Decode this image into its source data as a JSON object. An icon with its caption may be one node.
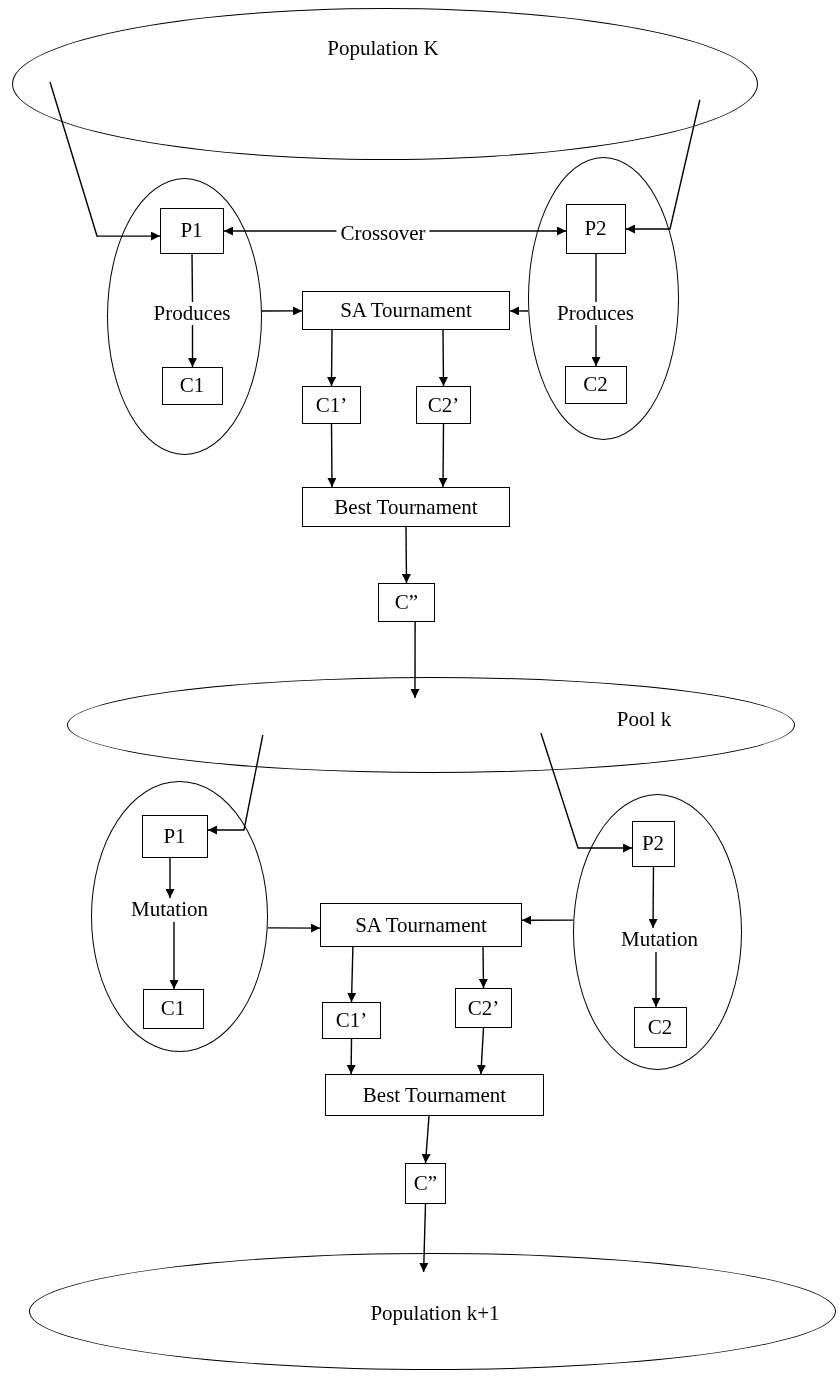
{
  "diagram": {
    "nodes": [
      {
        "text": [
          "Population K"
        ]
      },
      {
        "text": [],
        "shape": "ellipse"
      },
      {
        "text": [
          "P1"
        ],
        "in": 1
      },
      {
        "text": [
          "Produces"
        ],
        "in": 1
      },
      {
        "text": [
          "C1"
        ],
        "in": 1
      },
      {
        "text": [],
        "shape": "ellipse"
      },
      {
        "text": [
          "P2"
        ],
        "in": 5
      },
      {
        "text": [
          "Produces"
        ],
        "in": 5
      },
      {
        "text": [
          "C2"
        ],
        "in": 5
      },
      {
        "text": [
          "SA Tournament"
        ]
      },
      {
        "text": [
          "C1’"
        ]
      },
      {
        "text": [
          "C2’"
        ]
      },
      {
        "text": [
          "Best Tournament"
        ]
      },
      {
        "text": [
          "C”"
        ]
      },
      {
        "text": [
          "Pool k"
        ]
      },
      {
        "text": [],
        "shape": "ellipse"
      },
      {
        "text": [
          "P1"
        ],
        "in": 15
      },
      {
        "text": [
          "Mutation"
        ],
        "in": 15
      },
      {
        "text": [
          "C1"
        ],
        "in": 15
      },
      {
        "text": [],
        "shape": "ellipse"
      },
      {
        "text": [
          "P2"
        ],
        "in": 19
      },
      {
        "text": [
          "Mutation"
        ],
        "in": 19
      },
      {
        "text": [
          "C2"
        ],
        "in": 19
      },
      {
        "text": [
          "SA Tournament"
        ]
      },
      {
        "text": [
          "C1’"
        ]
      },
      {
        "text": [
          "C2’"
        ]
      },
      {
        "text": [
          "Best Tournament"
        ]
      },
      {
        "text": [
          "C”"
        ]
      },
      {
        "text": [
          "Population k+1"
        ]
      }
    ],
    "edges": [
      {
        "from": 0,
        "to": 2,
        "arrow": "to"
      },
      {
        "from": 0,
        "to": 6,
        "arrow": "to"
      },
      {
        "from": 2,
        "to": 6,
        "arrow": "both",
        "label": "Crossover"
      },
      {
        "from": 2,
        "to": 3,
        "arrow": "none"
      },
      {
        "from": 3,
        "to": 4,
        "arrow": "to"
      },
      {
        "from": 6,
        "to": 7,
        "arrow": "none"
      },
      {
        "from": 7,
        "to": 8,
        "arrow": "to"
      },
      {
        "from": 1,
        "to": 9,
        "arrow": "to"
      },
      {
        "from": 5,
        "to": 9,
        "arrow": "to"
      },
      {
        "from": 9,
        "to": 10,
        "arrow": "to"
      },
      {
        "from": 9,
        "to": 11,
        "arrow": "to"
      },
      {
        "from": 10,
        "to": 12,
        "arrow": "to"
      },
      {
        "from": 11,
        "to": 12,
        "arrow": "to"
      },
      {
        "from": 12,
        "to": 13,
        "arrow": "to"
      },
      {
        "from": 13,
        "to": 14,
        "arrow": "to"
      },
      {
        "from": 14,
        "to": 16,
        "arrow": "to"
      },
      {
        "from": 14,
        "to": 20,
        "arrow": "to"
      },
      {
        "from": 16,
        "to": 17,
        "arrow": "to"
      },
      {
        "from": 17,
        "to": 18,
        "arrow": "to"
      },
      {
        "from": 20,
        "to": 21,
        "arrow": "to"
      },
      {
        "from": 21,
        "to": 22,
        "arrow": "to"
      },
      {
        "from": 15,
        "to": 23,
        "arrow": "to"
      },
      {
        "from": 19,
        "to": 23,
        "arrow": "to"
      },
      {
        "from": 23,
        "to": 24,
        "arrow": "to"
      },
      {
        "from": 23,
        "to": 25,
        "arrow": "to"
      },
      {
        "from": 24,
        "to": 26,
        "arrow": "to"
      },
      {
        "from": 25,
        "to": 26,
        "arrow": "to"
      },
      {
        "from": 26,
        "to": 27,
        "arrow": "to"
      },
      {
        "from": 27,
        "to": 28,
        "arrow": "to"
      }
    ]
  }
}
